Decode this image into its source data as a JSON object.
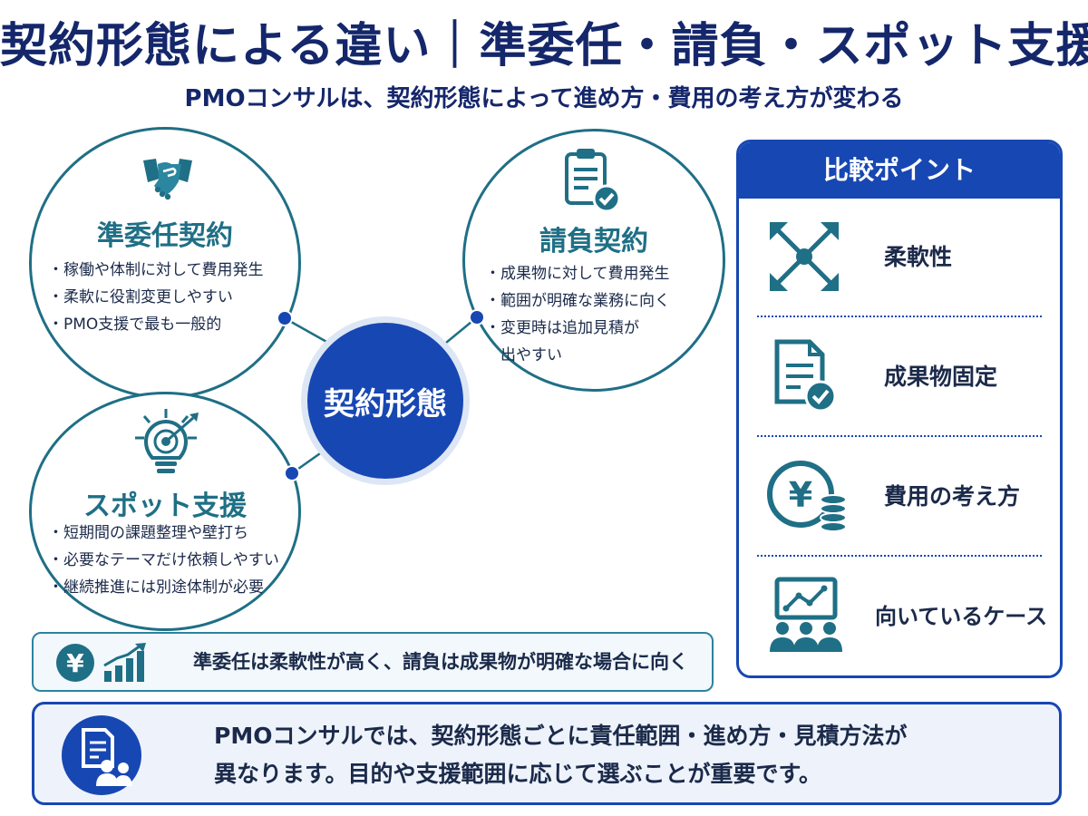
{
  "title": "契約形態による違い｜準委任・請負・スポット支援",
  "subtitle": "PMOコンサルは、契約形態によって進め方・費用の考え方が変わる",
  "center_label": "契約形態",
  "types": {
    "junin": {
      "title": "準委任契約",
      "icon": "handshake-icon",
      "points": [
        "稼働や体制に対して費用発生",
        "柔軟に役割変更しやすい",
        "PMO支援で最も一般的"
      ]
    },
    "ukeoi": {
      "title": "請負契約",
      "icon": "clipboard-check-icon",
      "points": [
        "成果物に対して費用発生",
        "範囲が明確な業務に向く",
        "変更時は追加見積が",
        "出やすい"
      ]
    },
    "spot": {
      "title": "スポット支援",
      "icon": "target-lightbulb-icon",
      "points": [
        "短期間の課題整理や壁打ち",
        "必要なテーマだけ依頼しやすい",
        "継続推進には別途体制が必要"
      ]
    }
  },
  "comparison": {
    "heading": "比較ポイント",
    "items": [
      {
        "label": "柔軟性",
        "icon": "expand-arrows-icon"
      },
      {
        "label": "成果物固定",
        "icon": "document-check-icon"
      },
      {
        "label": "費用の考え方",
        "icon": "yen-coins-icon"
      },
      {
        "label": "向いているケース",
        "icon": "presentation-team-icon"
      }
    ]
  },
  "banner": {
    "text": "準委任は柔軟性が高く、請負は成果物が明確な場合に向く",
    "icon": "yen-growth-icon"
  },
  "summary": {
    "line1": "PMOコンサルでは、契約形態ごとに責任範囲・進め方・見積方法が",
    "line2": "異なります。目的や支援範囲に応じて選ぶことが重要です。",
    "icon": "document-people-icon"
  },
  "colors": {
    "navy": "#15276b",
    "blue": "#1747b3",
    "teal": "#1f6f86",
    "text": "#1b2a4a"
  }
}
